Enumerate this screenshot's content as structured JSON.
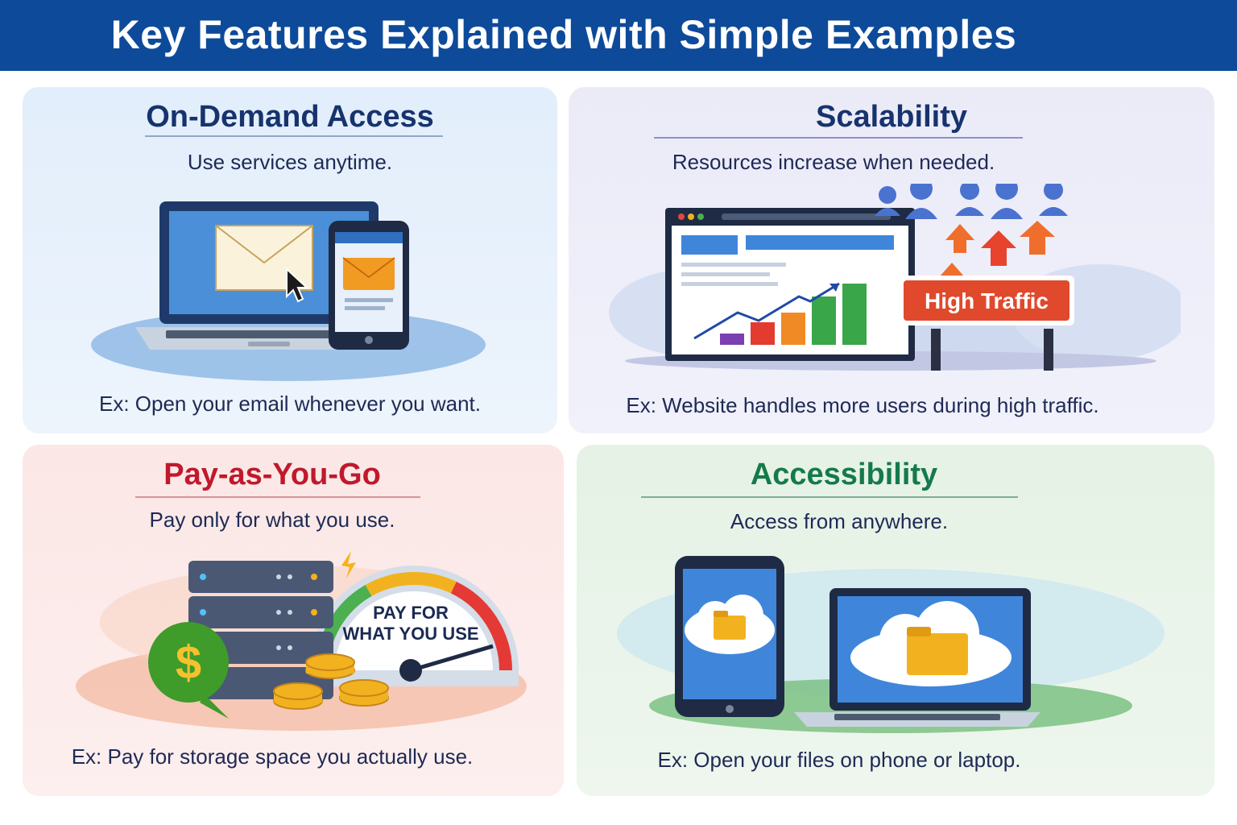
{
  "header": {
    "title": "Key Features Explained with Simple Examples"
  },
  "colors": {
    "header_bg": "#0d4a9a",
    "on_demand": "#17336e",
    "scalability": "#17336e",
    "pay_as_you_go": "#c0192c",
    "accessibility": "#157a4a"
  },
  "cards": [
    {
      "title": "On-Demand Access",
      "subtitle": "Use services anytime.",
      "example": "Ex: Open your email whenever you want.",
      "icons": [
        "laptop-icon",
        "envelope-icon",
        "cursor-icon",
        "smartphone-icon"
      ]
    },
    {
      "title": "Scalability",
      "subtitle": "Resources increase when needed.",
      "example": "Ex: Website handles more users during high traffic.",
      "sign_label": "High Traffic",
      "icons": [
        "browser-window-icon",
        "bar-chart-icon",
        "users-icon",
        "up-arrow-icon"
      ]
    },
    {
      "title": "Pay-as-You-Go",
      "subtitle": "Pay only for what you use.",
      "example": "Ex: Pay for storage space you actually use.",
      "gauge_label_line1": "PAY FOR",
      "gauge_label_line2": "WHAT YOU USE",
      "icons": [
        "server-stack-icon",
        "dollar-sign-icon",
        "gauge-icon",
        "coins-icon"
      ]
    },
    {
      "title": "Accessibility",
      "subtitle": "Access from anywhere.",
      "example": "Ex: Open your files on phone or laptop.",
      "icons": [
        "smartphone-icon",
        "laptop-icon",
        "cloud-folder-icon"
      ]
    }
  ]
}
